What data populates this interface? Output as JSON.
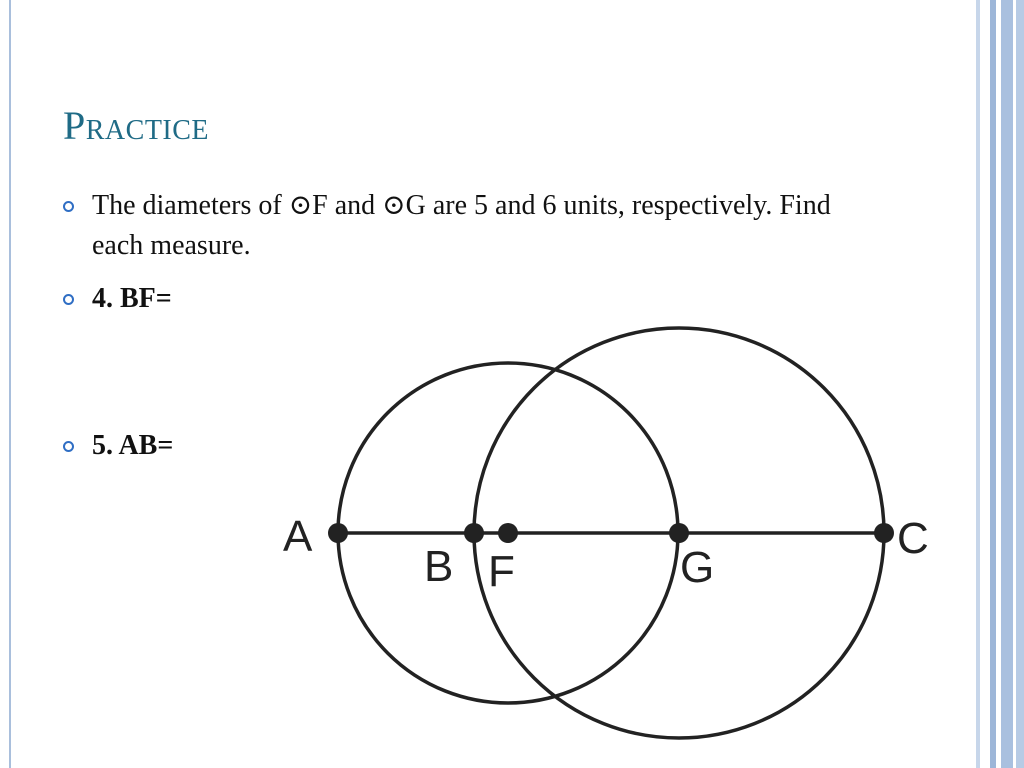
{
  "slide": {
    "title": "Practice",
    "bullets": [
      {
        "text": "The diameters of ⊙F and ⊙G are 5 and 6 units, respectively. Find each measure.",
        "bold": false
      },
      {
        "text": "4. BF=",
        "bold": true
      },
      {
        "text": "5. AB=",
        "bold": true
      }
    ]
  },
  "diagram": {
    "labels": {
      "A": "A",
      "B": "B",
      "F": "F",
      "G": "G",
      "C": "C"
    }
  },
  "colors": {
    "title": "#1f6b86",
    "bullet": "#2f6ec4",
    "border": "#a9bfdc"
  }
}
